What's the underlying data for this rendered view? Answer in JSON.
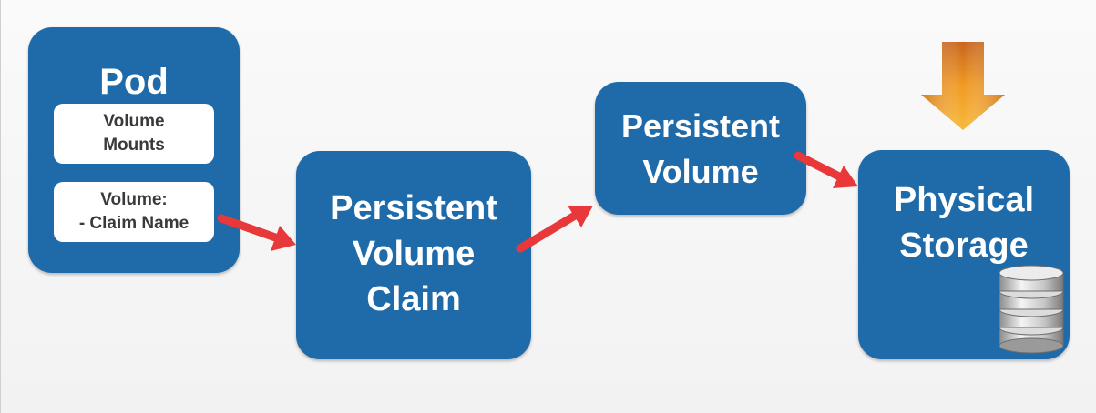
{
  "pod": {
    "title": "Pod",
    "volume_mounts": [
      "Volume",
      "Mounts"
    ],
    "volume_claim": [
      "Volume:",
      "- Claim Name"
    ]
  },
  "pvc": {
    "lines": [
      "Persistent",
      "Volume",
      "Claim"
    ]
  },
  "pv": {
    "lines": [
      "Persistent",
      "Volume"
    ]
  },
  "storage": {
    "lines": [
      "Physical",
      "Storage"
    ],
    "icon": "database-icon"
  },
  "colors": {
    "box": "#1f6aa8",
    "arrow": "#e8383a",
    "down_arrow": "#e58a1c",
    "background": "#f7f7f7"
  }
}
